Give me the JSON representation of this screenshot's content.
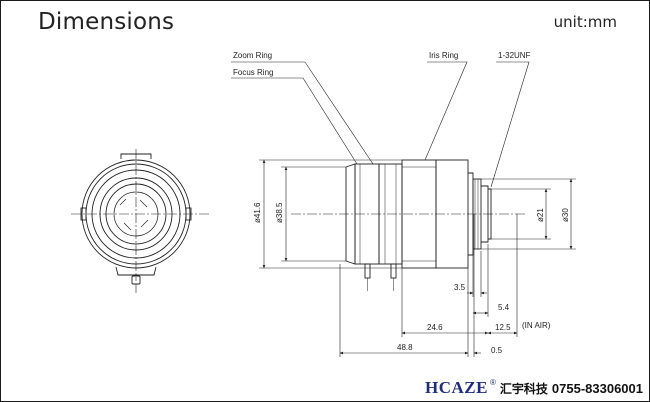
{
  "header": {
    "title": "Dimensions",
    "unit": "unit:mm"
  },
  "labels": {
    "zoom_ring": "Zoom  Ring",
    "focus_ring": "Focus  Ring",
    "iris_ring": "Iris  Ring",
    "mount": "1-32UNF"
  },
  "dimensions": {
    "d_outer": "ø41.6",
    "d_inner": "ø38.5",
    "d_mount": "ø21",
    "d_mount_outer": "ø30",
    "back_step": "3.5",
    "flange": "5.4",
    "body": "24.6",
    "back_focus": "12.5",
    "back_focus_note": "(IN AIR)",
    "total": "48.8",
    "offset": "0.5"
  },
  "footer": {
    "brand": "HCAZE",
    "brand_mark": "®",
    "company": "汇宇科技",
    "phone": "0755-83306001"
  },
  "colors": {
    "line": "#222222",
    "brand": "#1f2d7a"
  }
}
